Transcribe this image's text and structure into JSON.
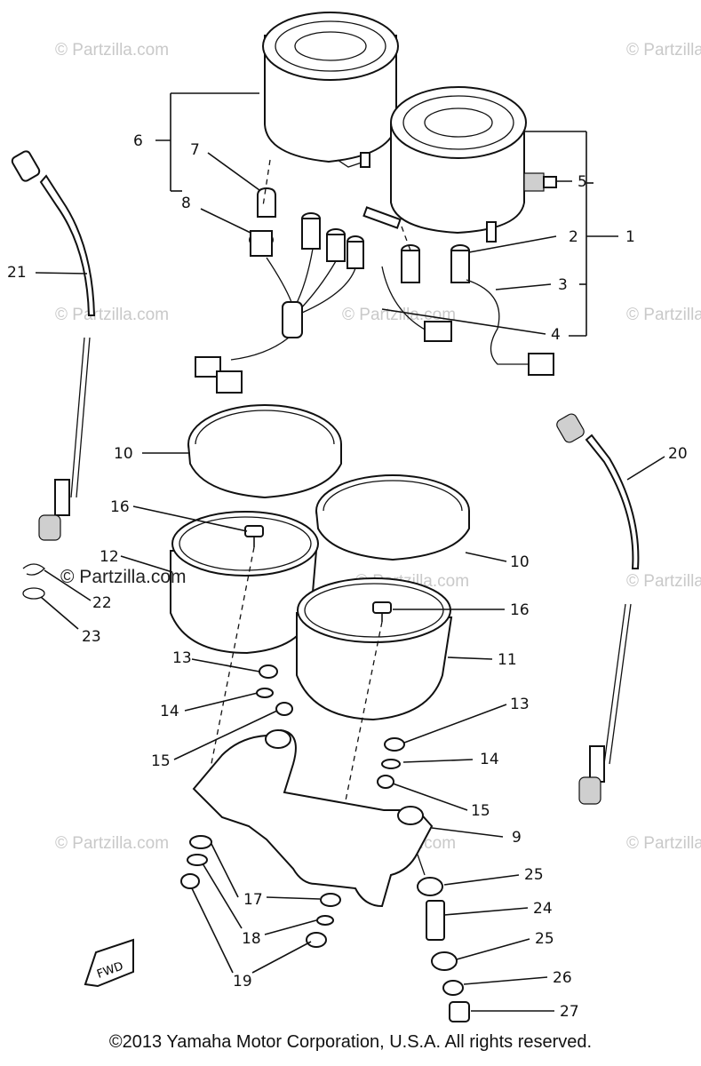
{
  "watermark": "© Partzilla.com",
  "watermark_dark": "© Partzilla.com",
  "footer": "©2013  Yamaha Motor Corporation, U.S.A. All rights reserved.",
  "fwd_label": "FWD",
  "callouts": {
    "c1": "1",
    "c2": "2",
    "c3": "3",
    "c4": "4",
    "c5": "5",
    "c6": "6",
    "c7": "7",
    "c8": "8",
    "c9": "9",
    "c10a": "10",
    "c10b": "10",
    "c11": "11",
    "c12": "12",
    "c13a": "13",
    "c13b": "13",
    "c14a": "14",
    "c14b": "14",
    "c15a": "15",
    "c15b": "15",
    "c16a": "16",
    "c16b": "16",
    "c17": "17",
    "c18": "18",
    "c19": "19",
    "c20": "20",
    "c21": "21",
    "c22": "22",
    "c23": "23",
    "c24": "24",
    "c25a": "25",
    "c25b": "25",
    "c26": "26",
    "c27": "27"
  }
}
